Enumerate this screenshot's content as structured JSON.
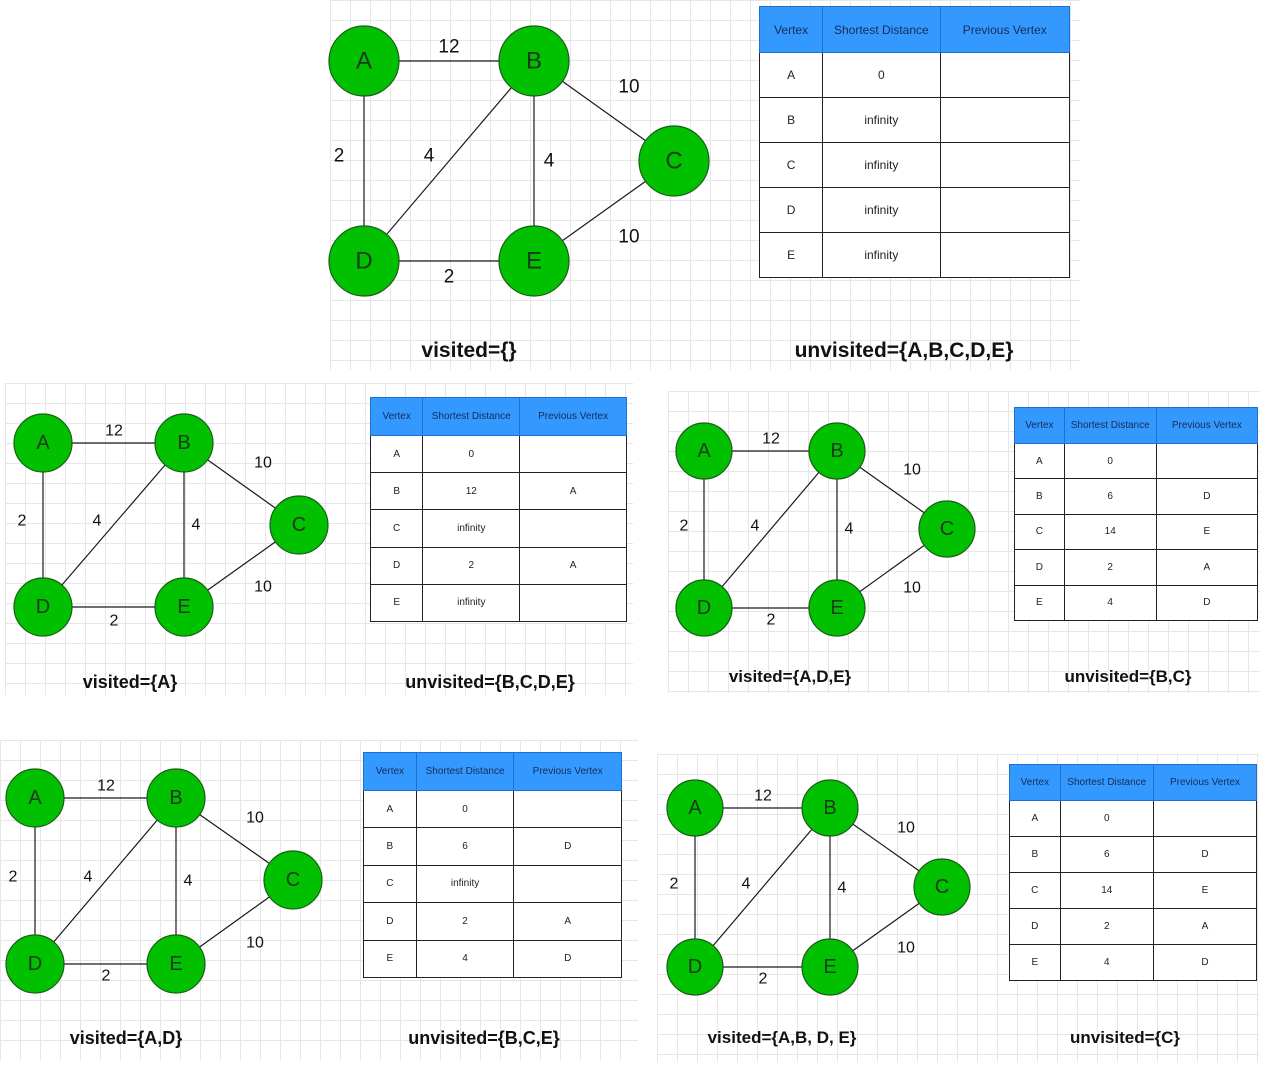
{
  "headers": [
    "Vertex",
    "Shortest Distance",
    "Previous Vertex"
  ],
  "graph": {
    "nodes": [
      "A",
      "B",
      "C",
      "D",
      "E"
    ],
    "edges": [
      {
        "from": "A",
        "to": "B",
        "weight": "12"
      },
      {
        "from": "A",
        "to": "D",
        "weight": "2"
      },
      {
        "from": "B",
        "to": "D",
        "weight": "4"
      },
      {
        "from": "B",
        "to": "E",
        "weight": "4"
      },
      {
        "from": "B",
        "to": "C",
        "weight": "10"
      },
      {
        "from": "D",
        "to": "E",
        "weight": "2"
      },
      {
        "from": "E",
        "to": "C",
        "weight": "10"
      }
    ],
    "node_color": "#00c000",
    "header_color": "#3399ff"
  },
  "steps": [
    {
      "visited": "visited={}",
      "unvisited": "unvisited={A,B,C,D,E}",
      "rows": [
        [
          "A",
          "0",
          ""
        ],
        [
          "B",
          "infinity",
          ""
        ],
        [
          "C",
          "infinity",
          ""
        ],
        [
          "D",
          "infinity",
          ""
        ],
        [
          "E",
          "infinity",
          ""
        ]
      ]
    },
    {
      "visited": "visited={A}",
      "unvisited": "unvisited={B,C,D,E}",
      "rows": [
        [
          "A",
          "0",
          ""
        ],
        [
          "B",
          "12",
          "A"
        ],
        [
          "C",
          "infinity",
          ""
        ],
        [
          "D",
          "2",
          "A"
        ],
        [
          "E",
          "infinity",
          ""
        ]
      ]
    },
    {
      "visited": "visited={A,D,E}",
      "unvisited": "unvisited={B,C}",
      "rows": [
        [
          "A",
          "0",
          ""
        ],
        [
          "B",
          "6",
          "D"
        ],
        [
          "C",
          "14",
          "E"
        ],
        [
          "D",
          "2",
          "A"
        ],
        [
          "E",
          "4",
          "D"
        ]
      ]
    },
    {
      "visited": "visited={A,D}",
      "unvisited": "unvisited={B,C,E}",
      "rows": [
        [
          "A",
          "0",
          ""
        ],
        [
          "B",
          "6",
          "D"
        ],
        [
          "C",
          "infinity",
          ""
        ],
        [
          "D",
          "2",
          "A"
        ],
        [
          "E",
          "4",
          "D"
        ]
      ]
    },
    {
      "visited": "visited={A,B, D, E}",
      "unvisited": "unvisited={C}",
      "rows": [
        [
          "A",
          "0",
          ""
        ],
        [
          "B",
          "6",
          "D"
        ],
        [
          "C",
          "14",
          "E"
        ],
        [
          "D",
          "2",
          "A"
        ],
        [
          "E",
          "4",
          "D"
        ]
      ]
    }
  ]
}
